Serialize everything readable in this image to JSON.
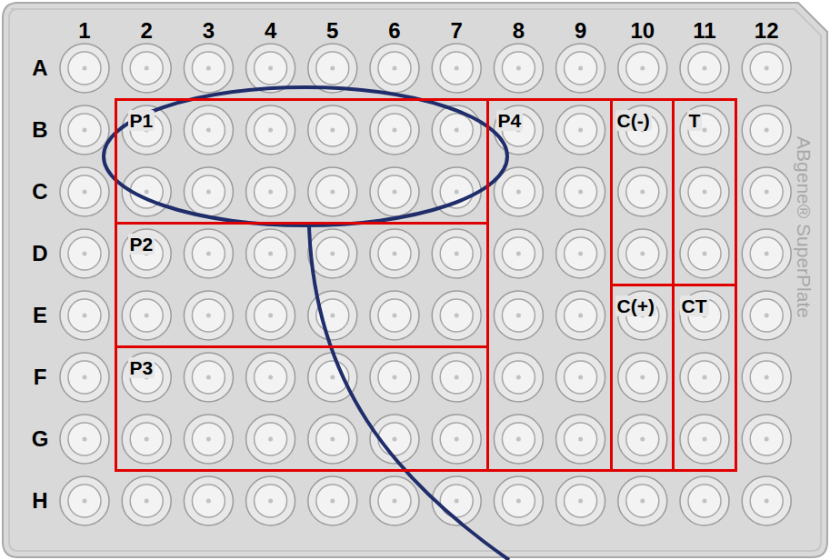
{
  "diagram": {
    "nodes": [
      {
        "text": [
          "P1"
        ]
      },
      {
        "text": [
          "P4"
        ]
      },
      {
        "text": [
          "C(-)"
        ]
      },
      {
        "text": [
          "T"
        ]
      },
      {
        "text": [
          "P2"
        ]
      },
      {
        "text": [
          "C(+)"
        ]
      },
      {
        "text": [
          "CT"
        ]
      },
      {
        "text": [
          "P3"
        ]
      }
    ],
    "labels": [
      "A",
      "B",
      "C",
      "D",
      "E",
      "F",
      "G",
      "H",
      "1",
      "2",
      "3",
      "4",
      "5",
      "6",
      "7",
      "8",
      "9",
      "10",
      "11",
      "12",
      "ABgene® SuperPlate"
    ]
  }
}
